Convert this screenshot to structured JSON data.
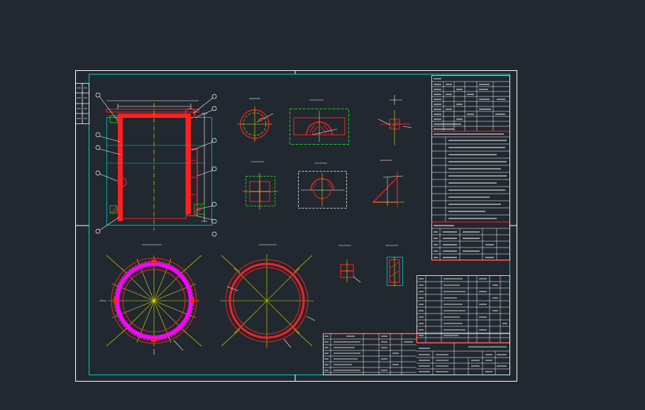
{
  "app": {
    "background": "#212830"
  },
  "drawing": {
    "description_visible_text_unreadable": true,
    "colors": {
      "sheet_border": "#ffffff",
      "inner_frame": "#00cccc",
      "outline_red": "#ff2020",
      "centerline_yellow": "#e6e600",
      "dimension_white": "#ffffff",
      "highlight_magenta": "#ff00ff",
      "detail_green": "#22cc22",
      "hatch_red": "#ff4040"
    },
    "icons": [
      "title-block",
      "parts-list",
      "detail-view",
      "plan-view",
      "elevation-view"
    ]
  }
}
